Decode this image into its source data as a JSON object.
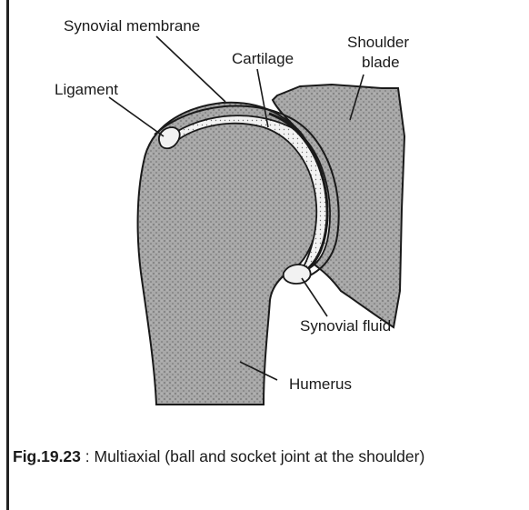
{
  "labels": {
    "synovial_membrane": "Synovial membrane",
    "cartilage": "Cartilage",
    "shoulder_blade_line1": "Shoulder",
    "shoulder_blade_line2": "blade",
    "ligament": "Ligament",
    "synovial_fluid": "Synovial fluid",
    "humerus": "Humerus"
  },
  "caption": {
    "figure_number": "Fig.19.23",
    "separator": " : ",
    "text": "Multiaxial (ball and socket joint at the shoulder)"
  },
  "colors": {
    "bone_fill": "#9a9a9a",
    "outline": "#1a1a1a",
    "cartilage_fill": "#e6e6e6",
    "background": "#ffffff"
  }
}
